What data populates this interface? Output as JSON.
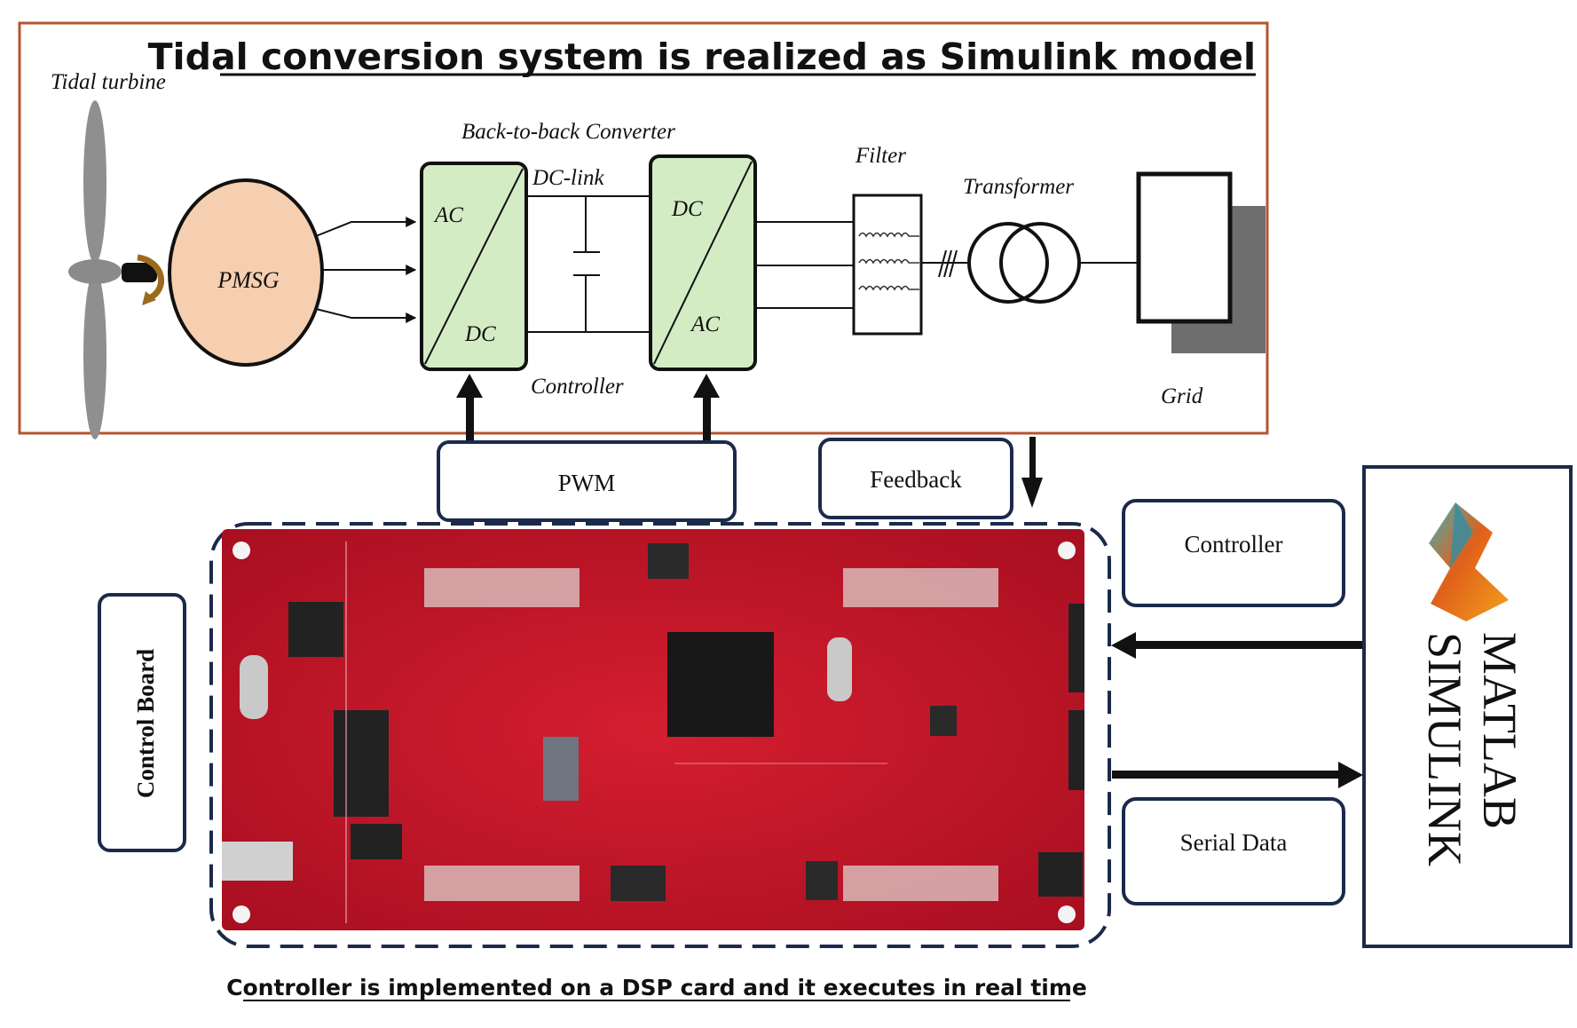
{
  "diagram": {
    "title": "Tidal conversion system is realized as Simulink model",
    "caption": "Controller is implemented on a DSP card and it executes in real time",
    "labels": {
      "tidal_turbine": "Tidal turbine",
      "pmsg": "PMSG",
      "back_to_back": "Back-to-back Converter",
      "dc_link": "DC-link",
      "rectifier_ac": "AC",
      "rectifier_dc": "DC",
      "inverter_dc": "DC",
      "inverter_ac": "AC",
      "controller": "Controller",
      "filter": "Filter",
      "transformer": "Transformer",
      "grid": "Grid",
      "pwm": "PWM",
      "feedback": "Feedback",
      "control_board": "Control Board",
      "controller_box": "Controller",
      "serial_data": "Serial Data",
      "matlab": "MATLAB",
      "simulink": "SIMULINK"
    },
    "colors": {
      "frame": "#b5542f",
      "converter_fill": "#d4ecc4",
      "pmsg_fill": "#f6cfb0",
      "navy": "#1b2a4a",
      "board_red": "#c4162a",
      "grid_shade": "#6e6e6e"
    }
  }
}
